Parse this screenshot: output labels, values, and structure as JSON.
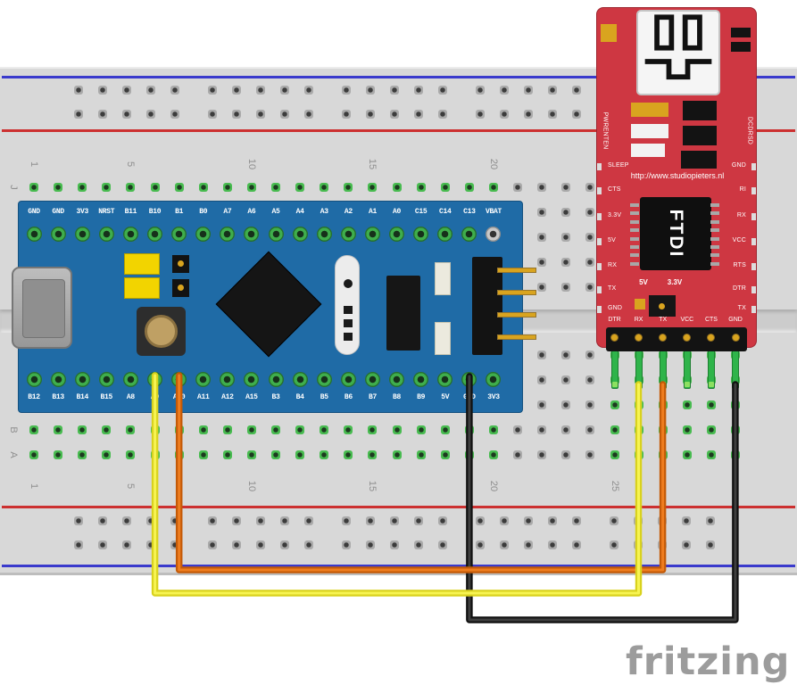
{
  "logo": {
    "text": "fritzing"
  },
  "colors": {
    "breadboard": "#d8d8d8",
    "rail_red": "#cc3030",
    "rail_blue": "#3a3acc",
    "stm32_pcb": "#1f6ba6",
    "ftdi_pcb": "#ce3742",
    "pin_green": "#3fae4c",
    "stub_green": "#2fb44a",
    "gold": "#d9a41f",
    "wire_yellow": "#f7f452",
    "wire_yellow_edge": "#d9d21d",
    "wire_orange": "#ef7d1f",
    "wire_orange_edge": "#c45a07",
    "wire_black": "#3f3f3f",
    "wire_black_edge": "#101010",
    "logo_gray": "#9c9c9c"
  },
  "breadboard": {
    "row_labels": [
      "J",
      "B",
      "A"
    ],
    "column_labels_top": [
      "1",
      "5",
      "10",
      "15",
      "20"
    ],
    "column_labels_bottom": [
      "1",
      "5",
      "10",
      "15",
      "20",
      "25"
    ]
  },
  "stm32": {
    "top_pins": [
      "GND",
      "GND",
      "3V3",
      "NRST",
      "B11",
      "B10",
      "B1",
      "B0",
      "A7",
      "A6",
      "A5",
      "A4",
      "A3",
      "A2",
      "A1",
      "A0",
      "C15",
      "C14",
      "C13",
      "VBAT"
    ],
    "bottom_pins": [
      "B12",
      "B13",
      "B14",
      "B15",
      "A8",
      "A9",
      "A10",
      "A11",
      "A12",
      "A15",
      "B3",
      "B4",
      "B5",
      "B6",
      "B7",
      "B8",
      "B9",
      "5V",
      "GND",
      "3V3"
    ]
  },
  "ftdi": {
    "url": "http://www.studiopieters.nl",
    "chip_label": "FTDI",
    "left_labels": [
      "PWRENTEN",
      "SLEEP",
      "CTS",
      "3.3V",
      "5V",
      "RX",
      "TX",
      "GND"
    ],
    "right_labels": [
      "DCDRSD",
      "GND",
      "RI",
      "RX",
      "VCC",
      "RTS",
      "DTR",
      "TX"
    ],
    "jumper_5v": "5V",
    "jumper_33v": "3.3V",
    "bottom_pins": [
      "DTR",
      "RX",
      "TX",
      "VCC",
      "CTS",
      "GND"
    ]
  },
  "wires": [
    {
      "name": "wire-stm32-a9-to-ftdi-rx",
      "color": "yellow"
    },
    {
      "name": "wire-stm32-a10-to-ftdi-tx",
      "color": "orange"
    },
    {
      "name": "wire-stm32-gnd-to-ftdi-gnd",
      "color": "black"
    }
  ]
}
